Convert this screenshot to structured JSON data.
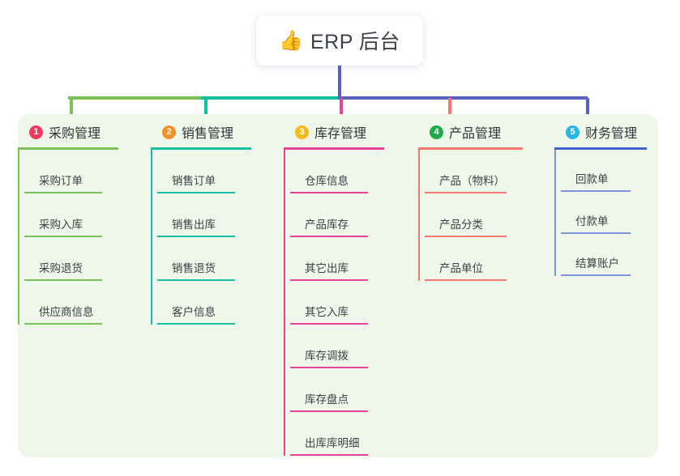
{
  "root": {
    "icon": "thumbs-up-icon",
    "icon_glyph": "👍",
    "title": "ERP 后台"
  },
  "palette": {
    "page_background": "#ffffff",
    "panel_background": "#eef7e9",
    "trunk": "#5a60c2",
    "bus_green": "#7cc05a",
    "bus_teal": "#16bfa2",
    "bus_blue": "#5a60c2",
    "text": "#3b4146"
  },
  "columns": [
    {
      "number": "1",
      "title": "采购管理",
      "badge_color": "#ef3b63",
      "rule_color": "#7cc05a",
      "line_color": "#7cc05a",
      "items": [
        "采购订单",
        "采购入库",
        "采购退货",
        "供应商信息"
      ]
    },
    {
      "number": "2",
      "title": "销售管理",
      "badge_color": "#f5902a",
      "rule_color": "#16bfa2",
      "line_color": "#16bfa2",
      "items": [
        "销售订单",
        "销售出库",
        "销售退货",
        "客户信息"
      ]
    },
    {
      "number": "3",
      "title": "库存管理",
      "badge_color": "#f5bb1d",
      "rule_color": "#e4449a",
      "line_color": "#e4449a",
      "items": [
        "仓库信息",
        "产品库存",
        "其它出库",
        "其它入库",
        "库存调拨",
        "库存盘点",
        "出库库明细"
      ]
    },
    {
      "number": "4",
      "title": "产品管理",
      "badge_color": "#1faa4b",
      "rule_color": "#f4796c",
      "line_color": "#f4796c",
      "items": [
        "产品（物料）",
        "产品分类",
        "产品单位"
      ]
    },
    {
      "number": "5",
      "title": "财务管理",
      "badge_color": "#29b6e8",
      "rule_color": "#3f63c8",
      "line_color": "#7d94d8",
      "items": [
        "回款单",
        "付款单",
        "结算账户"
      ]
    }
  ]
}
